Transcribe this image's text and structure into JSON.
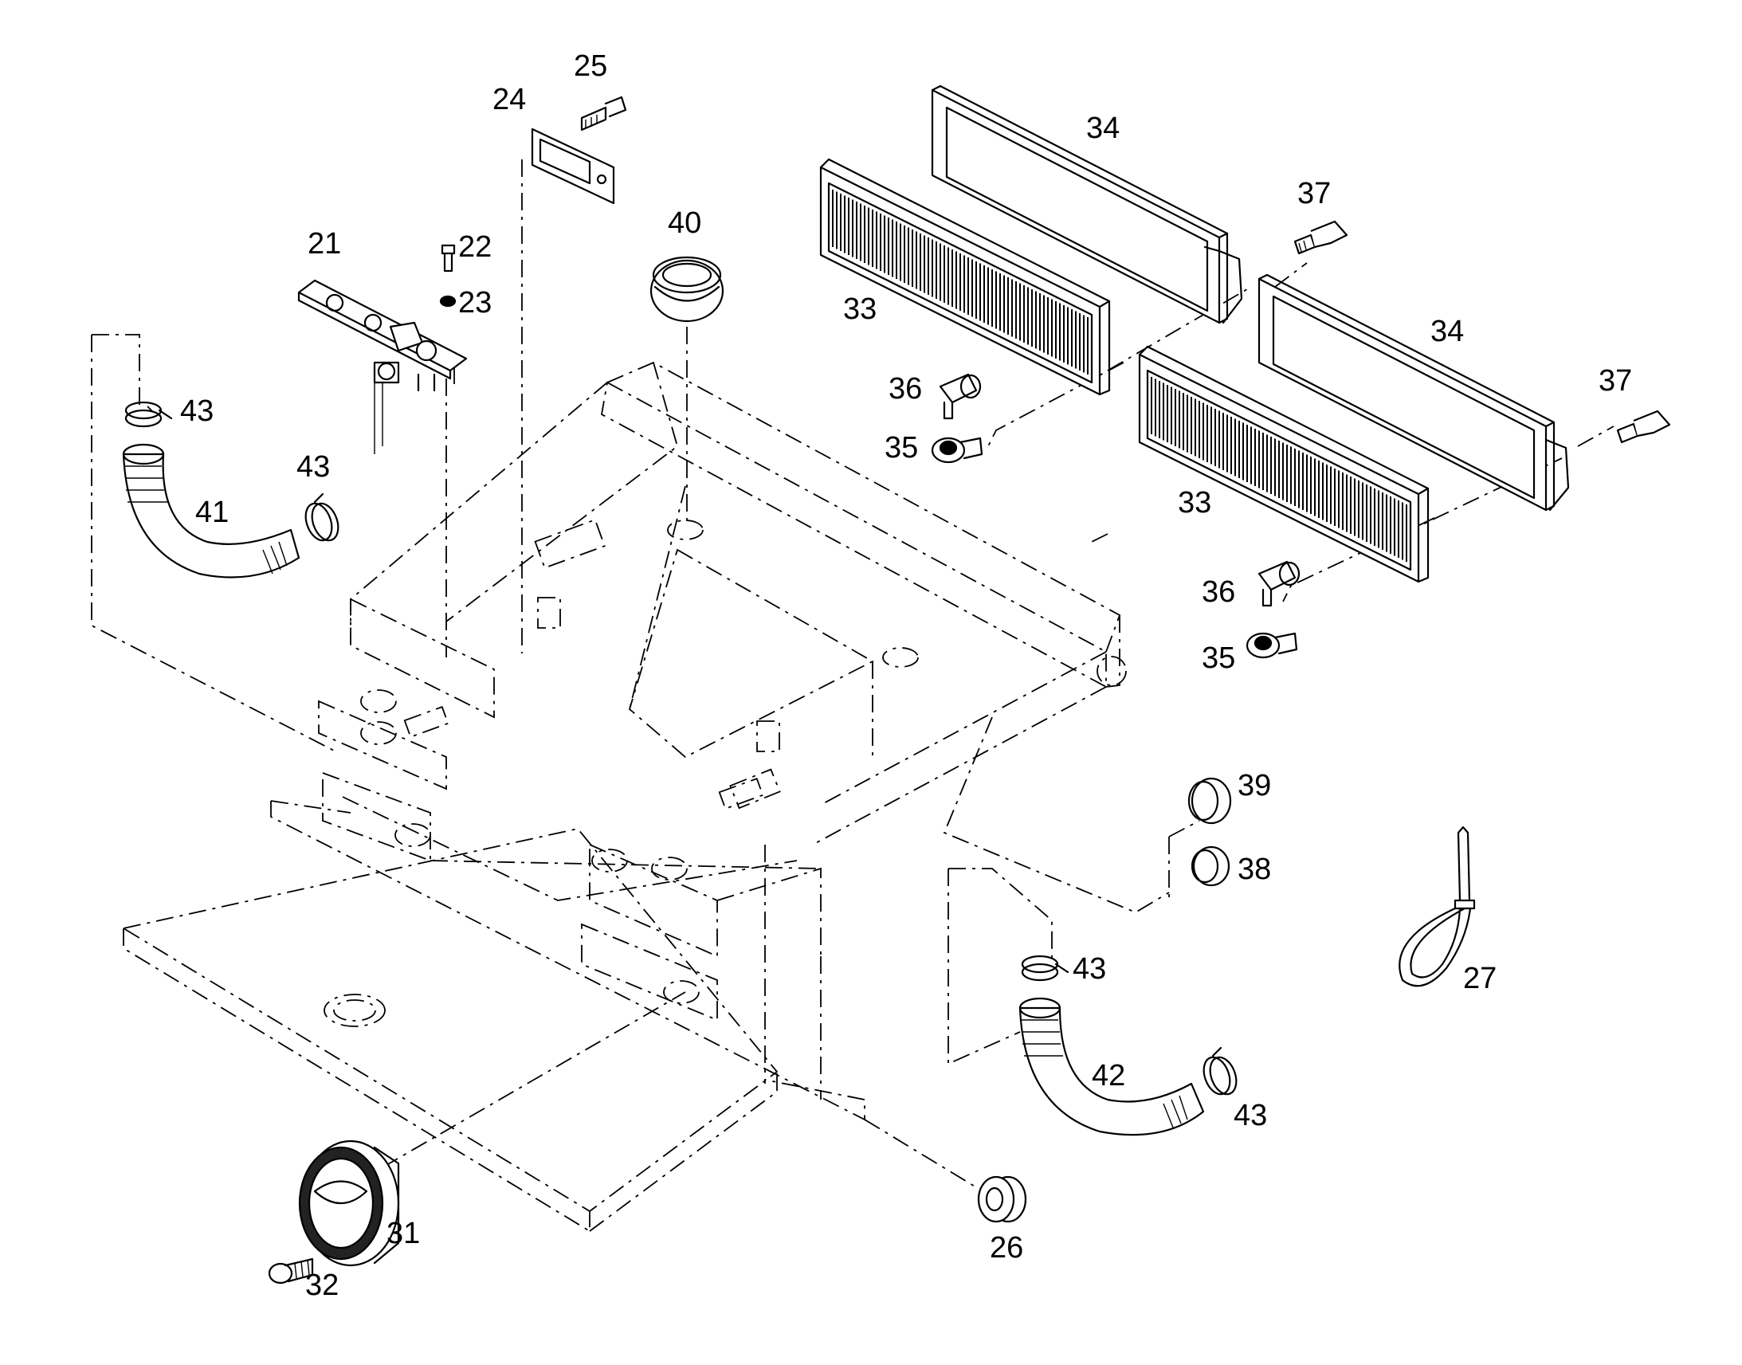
{
  "callouts": {
    "c21": "21",
    "c22": "22",
    "c23": "23",
    "c24": "24",
    "c25": "25",
    "c26": "26",
    "c27": "27",
    "c31": "31",
    "c32": "32",
    "c33a": "33",
    "c33b": "33",
    "c34a": "34",
    "c34b": "34",
    "c35a": "35",
    "c35b": "35",
    "c36a": "36",
    "c36b": "36",
    "c37a": "37",
    "c37b": "37",
    "c38": "38",
    "c39": "39",
    "c40": "40",
    "c41": "41",
    "c42": "42",
    "c43a": "43",
    "c43b": "43",
    "c43c": "43",
    "c43d": "43"
  }
}
